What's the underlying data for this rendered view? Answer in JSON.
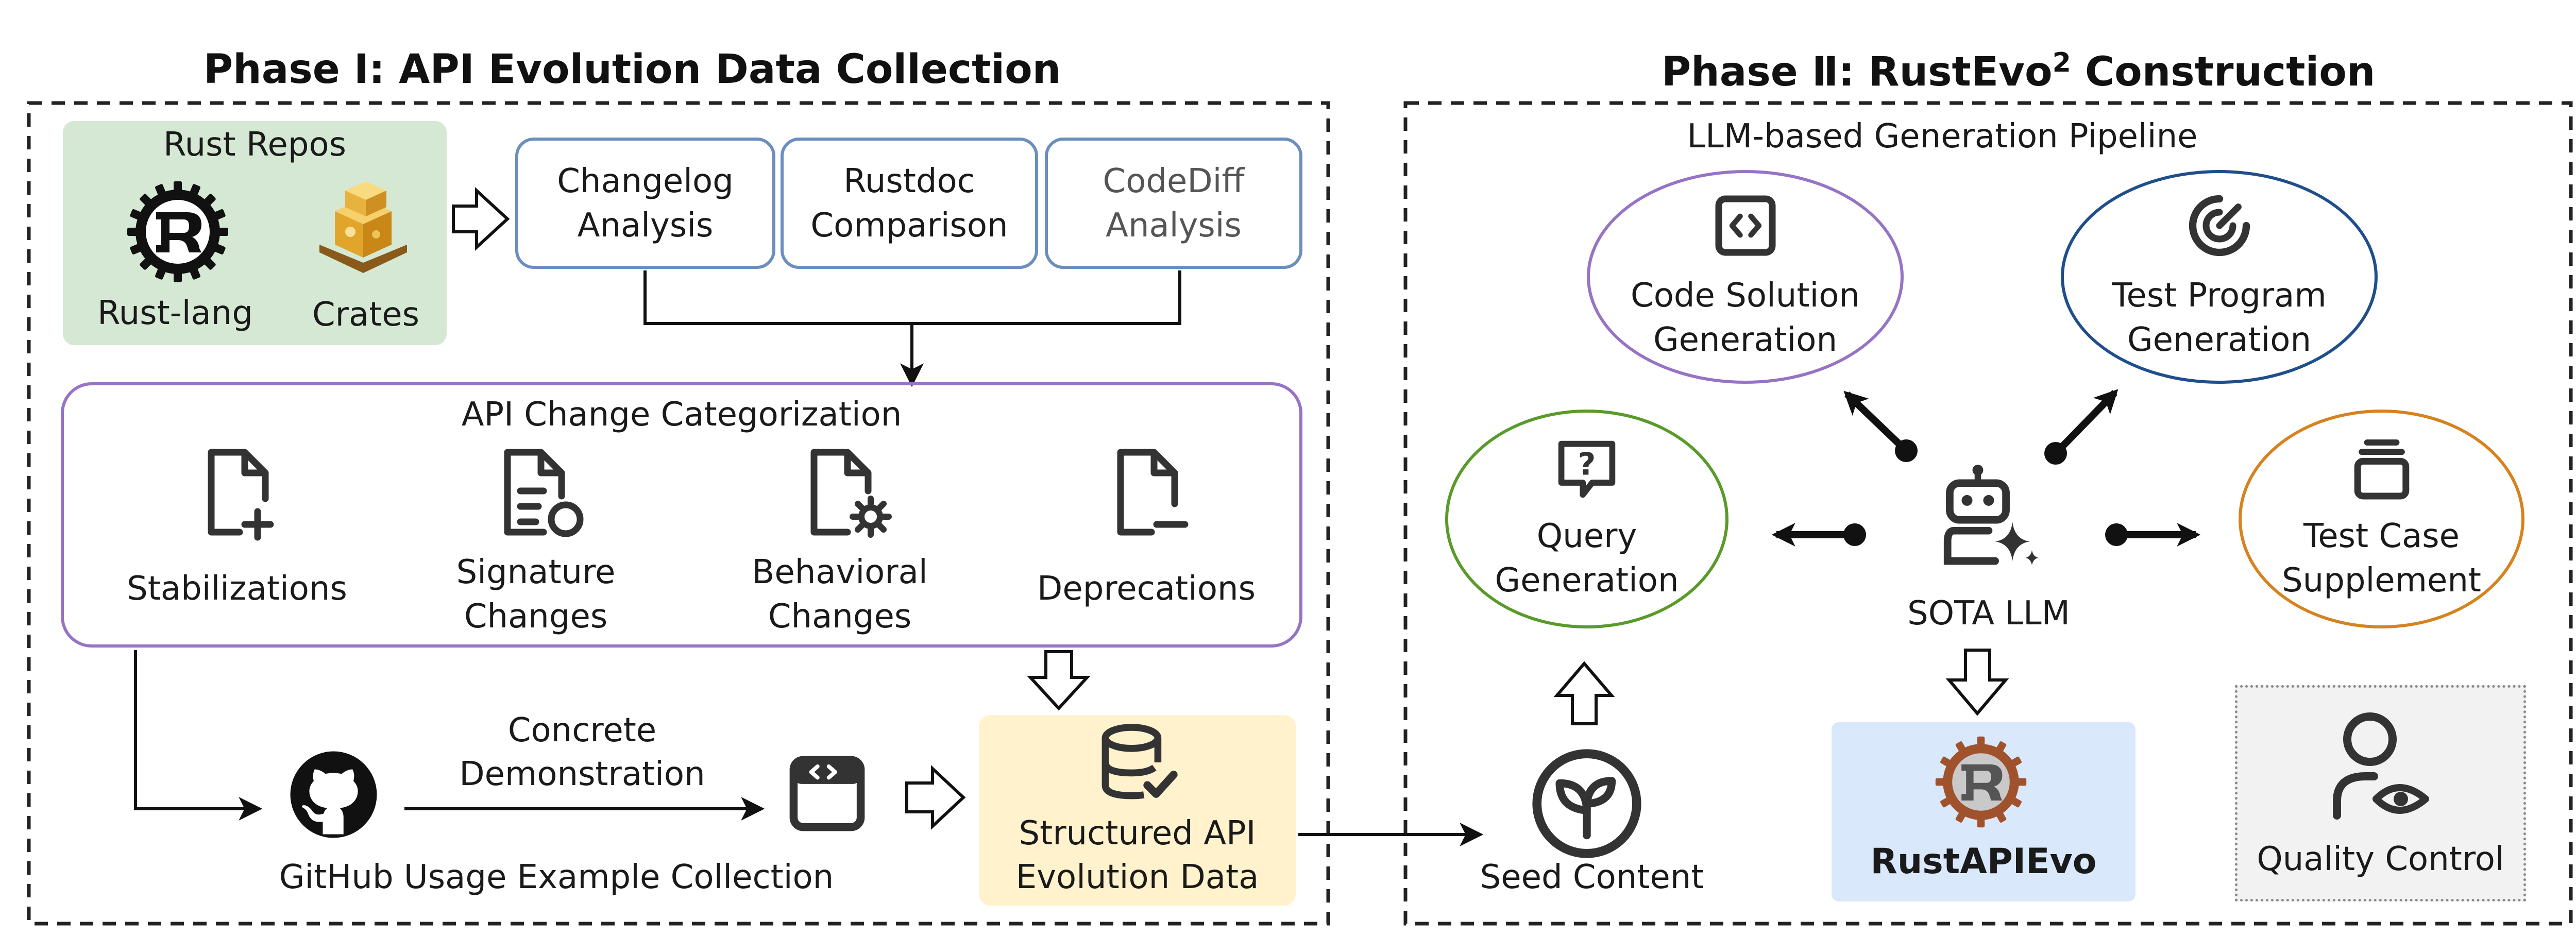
{
  "phase1": {
    "title": "Phase Ⅰ: API Evolution Data Collection",
    "repos": {
      "title": "Rust Repos",
      "rust_lang": "Rust-lang",
      "crates": "Crates"
    },
    "analysis": [
      {
        "line1": "Changelog",
        "line2": "Analysis"
      },
      {
        "line1": "Rustdoc",
        "line2": "Comparison"
      },
      {
        "line1": "CodeDiff",
        "line2": "Analysis"
      }
    ],
    "categorization": {
      "title": "API Change Categorization",
      "items": [
        {
          "line1": "Stabilizations",
          "line2": ""
        },
        {
          "line1": "Signature",
          "line2": "Changes"
        },
        {
          "line1": "Behavioral",
          "line2": "Changes"
        },
        {
          "line1": "Deprecations",
          "line2": ""
        }
      ]
    },
    "demo": {
      "line1": "Concrete",
      "line2": "Demonstration"
    },
    "github_label": "GitHub Usage Example Collection",
    "structured": {
      "line1": "Structured API",
      "line2": "Evolution Data"
    }
  },
  "phase2": {
    "title_main": "Phase Ⅱ: RustEvo",
    "title_sup": "2",
    "title_tail": " Construction",
    "pipeline_label": "LLM-based Generation Pipeline",
    "code_solution": {
      "line1": "Code Solution",
      "line2": "Generation"
    },
    "test_program": {
      "line1": "Test Program",
      "line2": "Generation"
    },
    "query": {
      "line1": "Query",
      "line2": "Generation"
    },
    "test_case": {
      "line1": "Test Case",
      "line2": "Supplement"
    },
    "sota": "SOTA LLM",
    "seed": "Seed Content",
    "rustapievo": "RustAPIEvo",
    "quality": "Quality Control"
  },
  "colors": {
    "repo_bg": "#d5e8d4",
    "analysis_border": "#6c8ebf",
    "purple": "#9673c4",
    "green": "#5a9a2a",
    "blue": "#1f4e8c",
    "orange": "#d6821f",
    "yellow_bg": "#fff2cc",
    "light_blue_bg": "#dae8fc",
    "quality_bg": "#f2f2f2"
  }
}
